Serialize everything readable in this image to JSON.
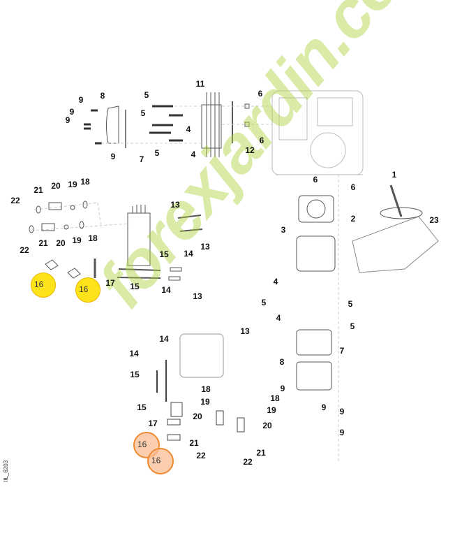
{
  "diagram": {
    "watermark": "forexjardin.com",
    "reference": "IIL_6203",
    "highlight_colors": {
      "yellow": "#fde31a",
      "orange": "#f08a30",
      "watermark": "#aad23c"
    },
    "labels": [
      "9",
      "9",
      "9",
      "9",
      "8",
      "7",
      "5",
      "5",
      "5",
      "4",
      "4",
      "11",
      "12",
      "6",
      "6",
      "22",
      "21",
      "20",
      "19",
      "18",
      "22",
      "21",
      "20",
      "19",
      "18",
      "13",
      "13",
      "15",
      "14",
      "15",
      "14",
      "17",
      "1",
      "2",
      "3",
      "6",
      "6",
      "23",
      "4",
      "5",
      "5",
      "4",
      "5",
      "7",
      "8",
      "9",
      "9",
      "9",
      "9",
      "13",
      "13",
      "14",
      "14",
      "15",
      "15",
      "17",
      "18",
      "19",
      "20",
      "21",
      "22",
      "18",
      "19",
      "20",
      "21",
      "22"
    ],
    "highlighted_parts": [
      {
        "label": "16",
        "style": "yellow"
      },
      {
        "label": "16",
        "style": "yellow"
      },
      {
        "label": "16",
        "style": "orange"
      },
      {
        "label": "16",
        "style": "orange"
      }
    ]
  }
}
